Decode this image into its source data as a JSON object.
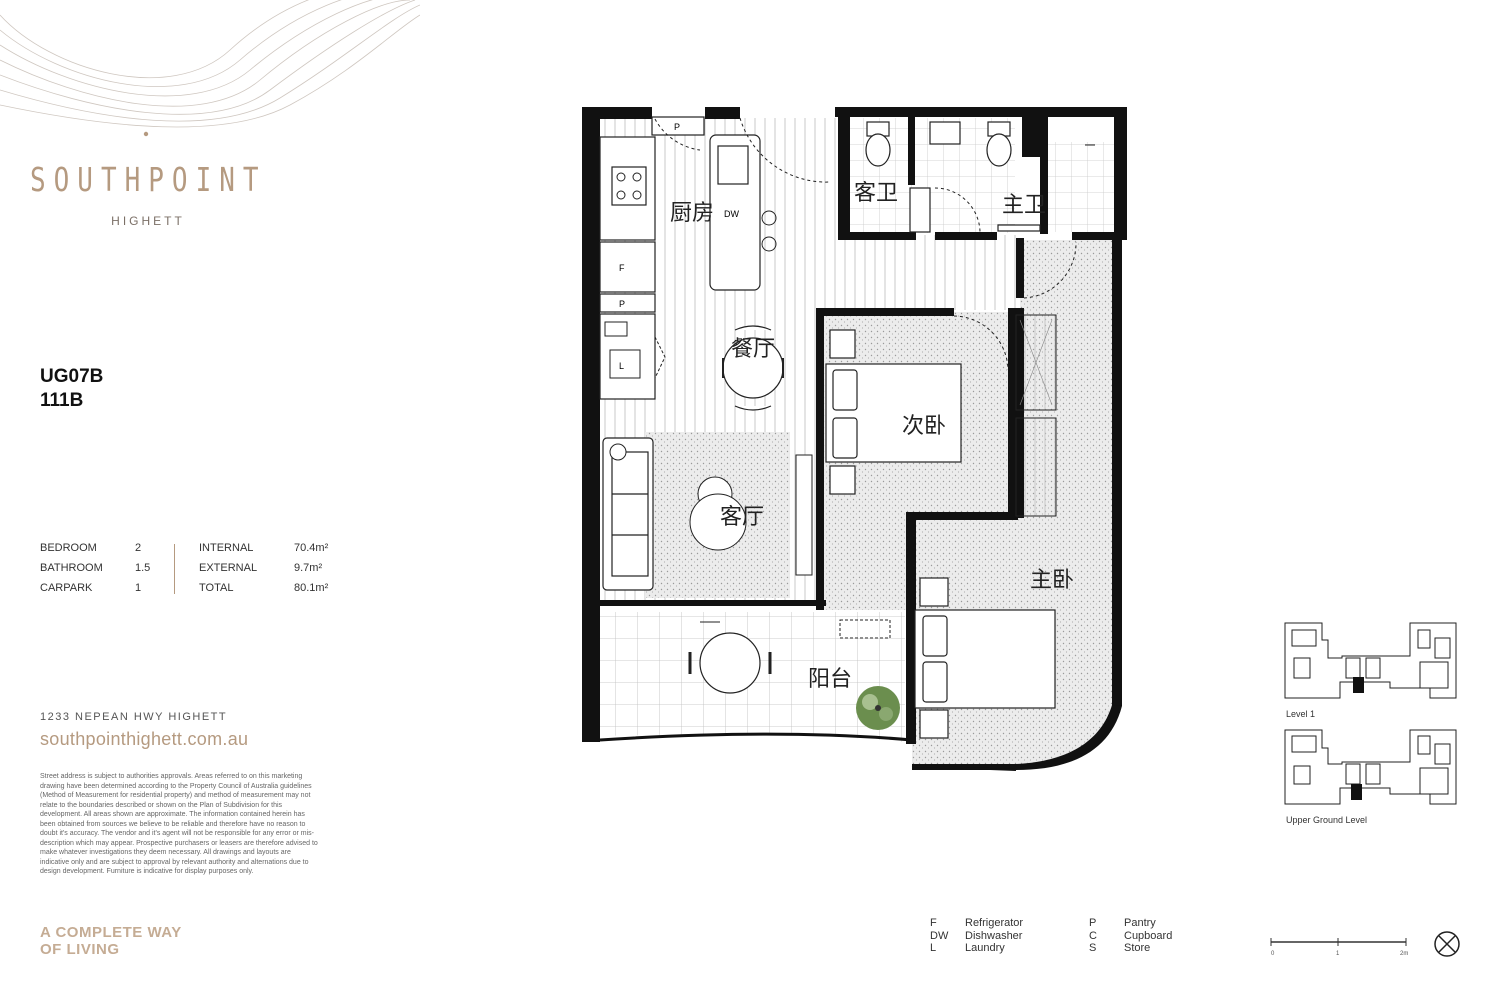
{
  "brand": {
    "name": "SOUTHPOINT",
    "location": "HIGHETT"
  },
  "unit": {
    "code": "UG07B",
    "variant": "111B"
  },
  "stats": {
    "left": [
      {
        "label": "BEDROOM",
        "value": "2"
      },
      {
        "label": "BATHROOM",
        "value": "1.5"
      },
      {
        "label": "CARPARK",
        "value": "1"
      }
    ],
    "right": [
      {
        "label": "INTERNAL",
        "value": "70.4m²"
      },
      {
        "label": "EXTERNAL",
        "value": "9.7m²"
      },
      {
        "label": "TOTAL",
        "value": "80.1m²"
      }
    ]
  },
  "address": "1233 NEPEAN HWY HIGHETT",
  "website": "southpointhighett.com.au",
  "disclaimer": "Street address is subject to authorities approvals. Areas referred to on this marketing drawing have been determined according to the Property Council of Australia guidelines (Method of Measurement for residential property) and method of measurement may not relate to the boundaries described or shown on the Plan of Subdivision for this development. All areas shown are approximate. The information contained herein has been obtained from sources we believe to be reliable and therefore have no reason to doubt it's accuracy. The vendor and it's agent will not be responsible for any error or mis-description which may appear. Prospective purchasers or leasers are therefore advised to make whatever investigations they deem necessary. All drawings and layouts are indicative only and are subject to approval by relevant authority and alternations due to design development. Furniture is indicative for display purposes only.",
  "tagline": {
    "line1": "A COMPLETE WAY",
    "line2": "OF LIVING"
  },
  "rooms": {
    "kitchen": "厨房",
    "dining": "餐厅",
    "living": "客厅",
    "balcony": "阳台",
    "bedroom2": "次卧",
    "master": "主卧",
    "guest_bath": "客卫",
    "master_bath": "主卫"
  },
  "fixtures": {
    "pantry": "P",
    "fridge": "F",
    "laundry": "L",
    "dishwasher": "DW"
  },
  "keyplan": {
    "upper_label": "Level 1",
    "lower_label": "Upper Ground Level"
  },
  "legend": {
    "col1": [
      {
        "code": "F",
        "desc": "Refrigerator"
      },
      {
        "code": "DW",
        "desc": "Dishwasher"
      },
      {
        "code": "L",
        "desc": "Laundry"
      }
    ],
    "col2": [
      {
        "code": "P",
        "desc": "Pantry"
      },
      {
        "code": "C",
        "desc": "Cupboard"
      },
      {
        "code": "S",
        "desc": "Store"
      }
    ]
  },
  "scale": {
    "t0": "0",
    "t1": "1",
    "t2": "2m"
  }
}
